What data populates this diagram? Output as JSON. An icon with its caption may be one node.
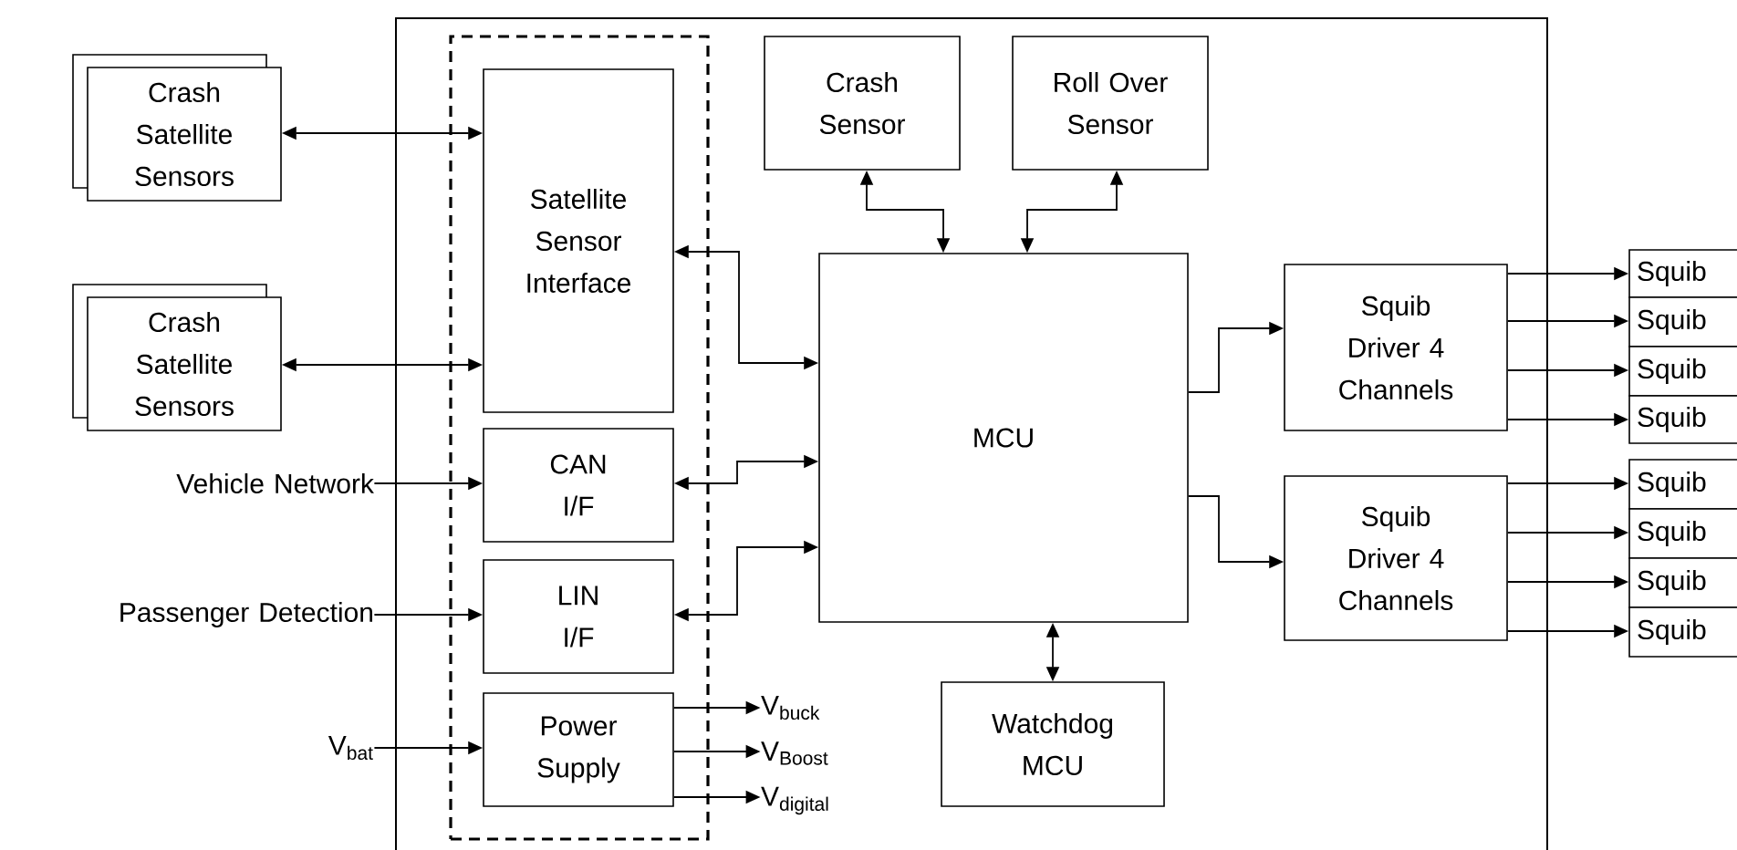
{
  "diagram": {
    "nodes": [
      {
        "text": [],
        "shape": "box"
      },
      {
        "text": [],
        "shape": "box",
        "in": 0
      },
      {
        "text": [
          "Crash Satellite Sensors"
        ]
      },
      {
        "text": [
          "Crash Satellite Sensors"
        ]
      },
      {
        "text": [
          "Satellite Sensor Interface"
        ],
        "in": 1
      },
      {
        "text": [
          "CAN I/F"
        ],
        "in": 1
      },
      {
        "text": [
          "LIN I/F"
        ],
        "in": 1
      },
      {
        "text": [
          "Power Supply"
        ],
        "in": 1
      },
      {
        "text": [
          "Crash Sensor"
        ],
        "in": 0
      },
      {
        "text": [
          "Roll Over Sensor"
        ],
        "in": 0
      },
      {
        "text": [
          "MCU"
        ],
        "in": 0
      },
      {
        "text": [
          "Watchdog MCU"
        ],
        "in": 0
      },
      {
        "text": [
          "Squib Driver 4 Channels"
        ],
        "in": 0
      },
      {
        "text": [
          "Squib Driver 4 Channels"
        ],
        "in": 0
      },
      {
        "text": [
          "Squib"
        ]
      },
      {
        "text": [
          "Squib"
        ]
      },
      {
        "text": [
          "Squib"
        ]
      },
      {
        "text": [
          "Squib"
        ]
      },
      {
        "text": [
          "Squib"
        ]
      },
      {
        "text": [
          "Squib"
        ]
      },
      {
        "text": [
          "Squib"
        ]
      },
      {
        "text": [
          "Squib"
        ]
      },
      {
        "text": [
          "Vehicle Network"
        ]
      },
      {
        "text": [
          "Passenger Detection"
        ]
      },
      {
        "text": [
          "V$_{bat}$"
        ]
      },
      {
        "text": [
          "V$_{buck}$"
        ],
        "in": 0
      },
      {
        "text": [
          "V$_{Boost}$"
        ],
        "in": 0
      },
      {
        "text": [
          "V$_{digital}$"
        ],
        "in": 0
      }
    ],
    "edges": [
      {
        "from": 2,
        "to": 4,
        "arrow": "both"
      },
      {
        "from": 3,
        "to": 4,
        "arrow": "both"
      },
      {
        "from": 22,
        "to": 5,
        "arrow": "to"
      },
      {
        "from": 23,
        "to": 6,
        "arrow": "to"
      },
      {
        "from": 24,
        "to": 7,
        "arrow": "to"
      },
      {
        "from": 7,
        "to": 25,
        "arrow": "to"
      },
      {
        "from": 7,
        "to": 26,
        "arrow": "to"
      },
      {
        "from": 7,
        "to": 27,
        "arrow": "to"
      },
      {
        "from": 4,
        "to": 10,
        "arrow": "both"
      },
      {
        "from": 5,
        "to": 10,
        "arrow": "both"
      },
      {
        "from": 6,
        "to": 10,
        "arrow": "both"
      },
      {
        "from": 8,
        "to": 10,
        "arrow": "both"
      },
      {
        "from": 9,
        "to": 10,
        "arrow": "both"
      },
      {
        "from": 10,
        "to": 11,
        "arrow": "both"
      },
      {
        "from": 10,
        "to": 12,
        "arrow": "to"
      },
      {
        "from": 10,
        "to": 13,
        "arrow": "to"
      },
      {
        "from": 12,
        "to": 14,
        "arrow": "to"
      },
      {
        "from": 12,
        "to": 15,
        "arrow": "to"
      },
      {
        "from": 12,
        "to": 16,
        "arrow": "to"
      },
      {
        "from": 12,
        "to": 17,
        "arrow": "to"
      },
      {
        "from": 13,
        "to": 18,
        "arrow": "to"
      },
      {
        "from": 13,
        "to": 19,
        "arrow": "to"
      },
      {
        "from": 13,
        "to": 20,
        "arrow": "to"
      },
      {
        "from": 13,
        "to": 21,
        "arrow": "to"
      }
    ]
  }
}
